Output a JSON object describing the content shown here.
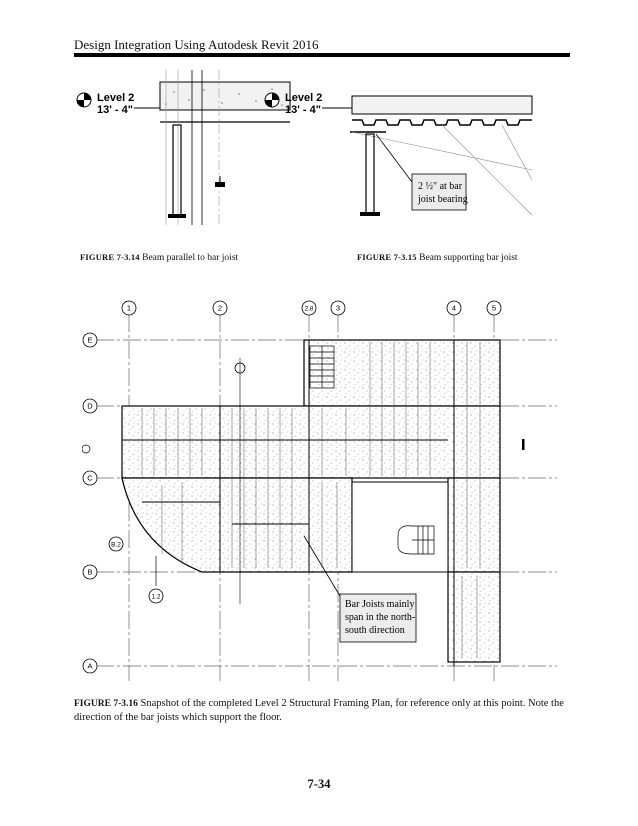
{
  "header": {
    "title": "Design Integration Using Autodesk Revit 2016"
  },
  "figure14": {
    "level_name": "Level 2",
    "level_elev": "13' - 4\"",
    "caption_label": "FIGURE 7-3.14",
    "caption_text": " Beam parallel to bar joist"
  },
  "figure15": {
    "level_name": "Level 2",
    "level_elev": "13' - 4\"",
    "callout_line1": "2 ½\" at bar",
    "callout_line2": "joist bearing",
    "caption_label": "FIGURE 7-3.15",
    "caption_text": " Beam supporting bar joist"
  },
  "figure16": {
    "grid_columns": [
      "1",
      "2",
      "2.8",
      "3",
      "4",
      "5"
    ],
    "grid_rows": [
      "E",
      "D",
      "C",
      "B.2",
      "B",
      "A"
    ],
    "extra_bubble": "1.2",
    "callout_line1": "Bar Joists mainly",
    "callout_line2": "span in the north-",
    "callout_line3": "south direction",
    "caption_label": "FIGURE 7-3.16",
    "caption_text": " Snapshot of the completed Level 2 Structural Framing Plan, for reference only at this point. Note the direction of the bar joists which support the floor."
  },
  "page_number": "7-34"
}
